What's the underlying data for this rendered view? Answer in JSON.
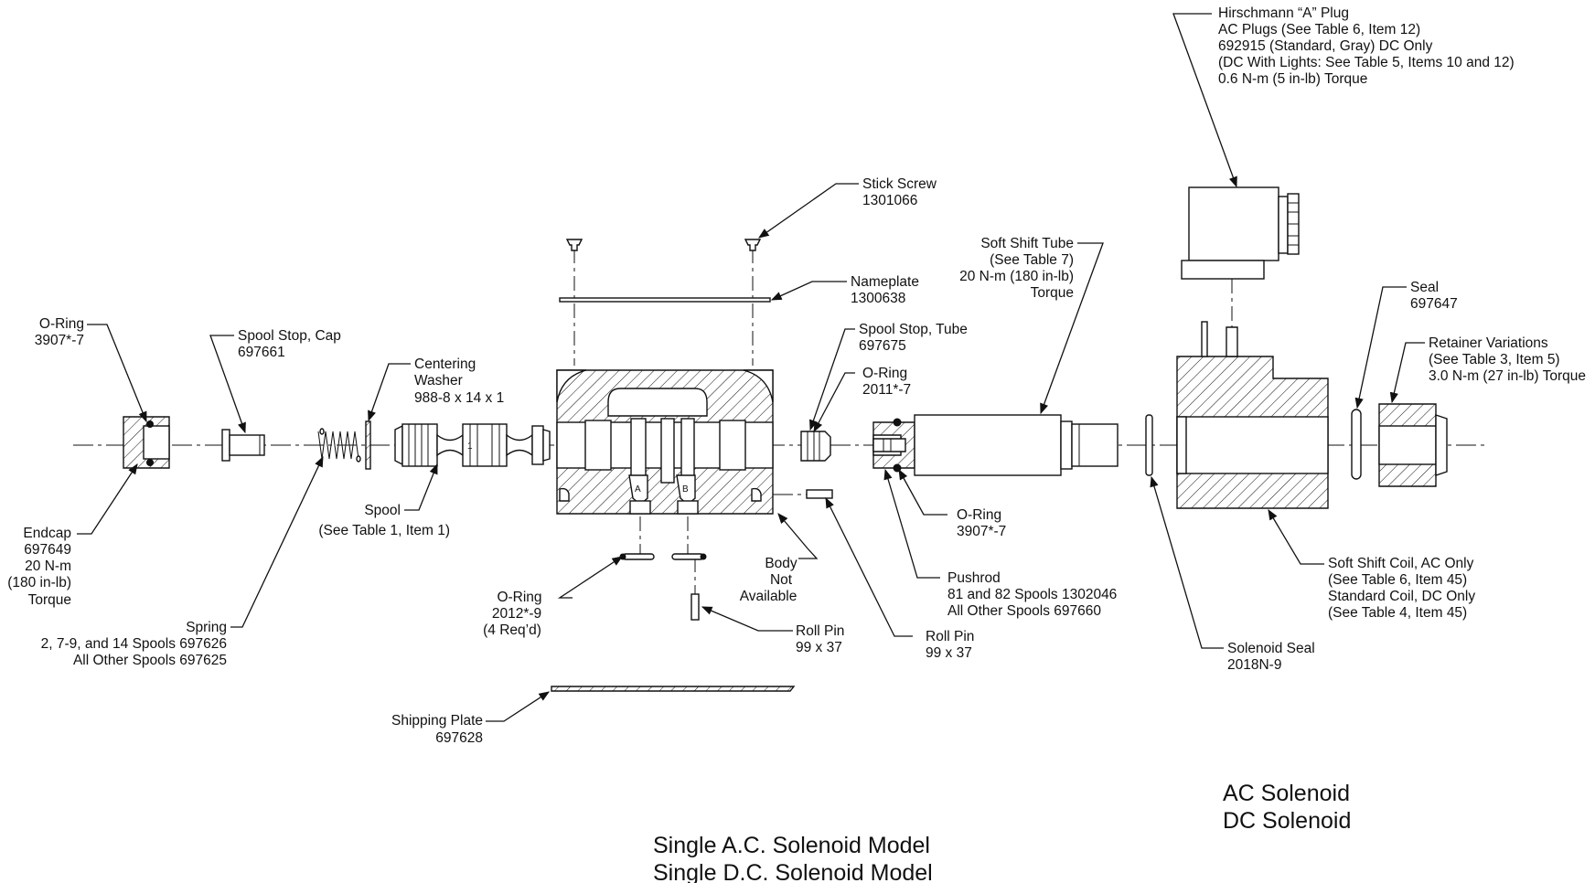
{
  "labels": {
    "plug": [
      "Hirschmann “A” Plug",
      "AC Plugs (See Table 6, Item 12)",
      "692915 (Standard, Gray)  DC Only",
      "(DC With Lights:  See Table 5, Items 10 and 12)",
      "0.6 N-m (5 in-lb) Torque"
    ],
    "stick_screw": [
      "Stick Screw",
      "1301066"
    ],
    "nameplate": [
      "Nameplate",
      "1300638"
    ],
    "soft_shift_tube": [
      "Soft Shift Tube",
      "(See Table 7)",
      "20 N-m (180 in-lb)",
      "Torque"
    ],
    "seal": [
      "Seal",
      "697647"
    ],
    "retainer": [
      "Retainer Variations",
      "(See Table 3, Item 5)",
      "3.0 N-m (27 in-lb) Torque"
    ],
    "oring_endcap": [
      "O-Ring",
      "3907*-7"
    ],
    "spool_stop_cap": [
      "Spool Stop, Cap",
      "697661"
    ],
    "centering_washer": [
      "Centering",
      "Washer",
      "988-8 x 14 x 1"
    ],
    "spool_stop_tube": [
      "Spool Stop, Tube",
      "697675"
    ],
    "oring_2011": [
      "O-Ring",
      "2011*-7"
    ],
    "endcap": [
      "Endcap",
      "697649",
      "20 N-m",
      "(180 in-lb)",
      "Torque"
    ],
    "spool": [
      "Spool",
      "(See Table 1, Item 1)"
    ],
    "oring_pushrod": [
      "O-Ring",
      "3907*-7"
    ],
    "body": [
      "Body",
      "Not",
      "Available"
    ],
    "pushrod": [
      "Pushrod",
      "81 and 82 Spools 1302046",
      "All Other Spools 697660"
    ],
    "soft_shift_coil": [
      "Soft Shift Coil, AC Only",
      "(See Table 6, Item 45)",
      "Standard Coil, DC Only",
      "(See Table 4, Item 45)"
    ],
    "oring_2012": [
      "O-Ring",
      "2012*-9",
      "(4 Req’d)"
    ],
    "spring": [
      "Spring",
      "2, 7-9, and 14 Spools 697626",
      "All Other Spools 697625"
    ],
    "roll_pin_a": [
      "Roll Pin",
      "99 x 37"
    ],
    "roll_pin_b": [
      "Roll Pin",
      "99 x 37"
    ],
    "solenoid_seal": [
      "Solenoid Seal",
      "2018N-9"
    ],
    "shipping_plate": [
      "Shipping Plate",
      "697628"
    ],
    "port_a": "A",
    "port_b": "B",
    "spool_mark": "1"
  },
  "titles": {
    "solenoid_types": [
      "AC Solenoid",
      "DC Solenoid"
    ],
    "model": [
      "Single A.C. Solenoid Model",
      "Single D.C. Solenoid Model"
    ]
  }
}
